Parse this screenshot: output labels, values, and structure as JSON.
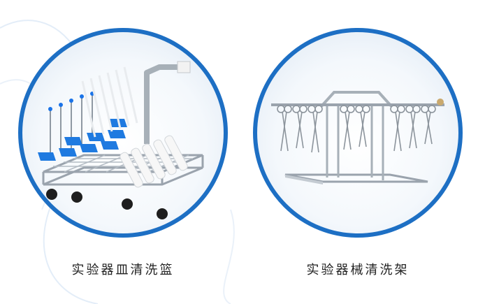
{
  "products": [
    {
      "caption": "实验器皿清洗篮",
      "image_icon": "glassware-cleaning-basket"
    },
    {
      "caption": "实验器械清洗架",
      "image_icon": "instrument-cleaning-rack"
    }
  ],
  "colors": {
    "ring": "#1d6fc4",
    "caption": "#222222",
    "accent": "#1a73e8"
  }
}
